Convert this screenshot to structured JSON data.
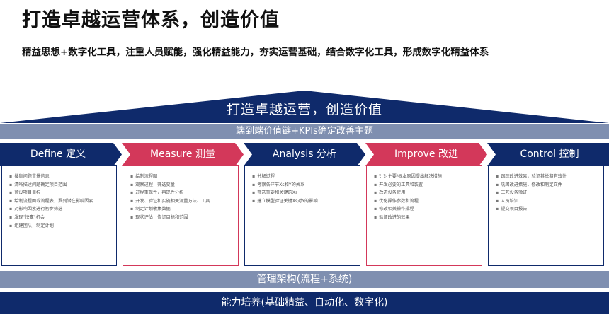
{
  "title": "打造卓越运营体系，创造价值",
  "subtitle": "精益思想+数字化工具，注重人员赋能，强化精益能力，夯实运营基础，结合数字化工具，形成数字化精益体系",
  "roof_label": "打造卓越运营，创造价值",
  "value_chain_band": "端到端价值链+KPIs确定改善主题",
  "management_band": "管理架构(流程+系统)",
  "capability_band": "能力培养(基础精益、自动化、数字化)",
  "colors": {
    "navy": "#0f2a6b",
    "crimson": "#d3385a",
    "steel": "#7f8fb0"
  },
  "phases": [
    {
      "label": "Define 定义",
      "color": "navy",
      "items": [
        "搜集问题背景信息",
        "清晰描述问题确定项目范围",
        "预设项目目标",
        "绘制流程图或流程表，罗列潜在影响因素",
        "对影响因素进行初步筛选",
        "发现\"快赢\"机会",
        "组建团队，制定计划"
      ]
    },
    {
      "label": "Measure 测量",
      "color": "crimson",
      "items": [
        "绘制流程图",
        "观察过程，筛选变量",
        "过程重现性，再现性分析",
        "开发、验证和实施相关测量方法、工具",
        "制定计划收集数据",
        "现状评估，修订目标和范围"
      ]
    },
    {
      "label": "Analysis 分析",
      "color": "navy",
      "items": [
        "分解过程",
        "考察各环节Xs和Y的关系",
        "筛选重要和关键的Xs",
        "建立模型验证关键Xs对Y的影响"
      ]
    },
    {
      "label": "Improve 改进",
      "color": "crimson",
      "items": [
        "针对主要/根本原因提出解决措施",
        "开发必要的工具和装置",
        "改进设备使用",
        "优化操作参数和流程",
        "修改相关操作规程",
        "验证改进的效果"
      ]
    },
    {
      "label": "Control 控制",
      "color": "navy",
      "items": [
        "跟踪改进效果，验证其长期有效性",
        "巩固改进措施，修改和制定文件",
        "工艺设备验证",
        "人员培训",
        "提交项目报告"
      ]
    }
  ]
}
